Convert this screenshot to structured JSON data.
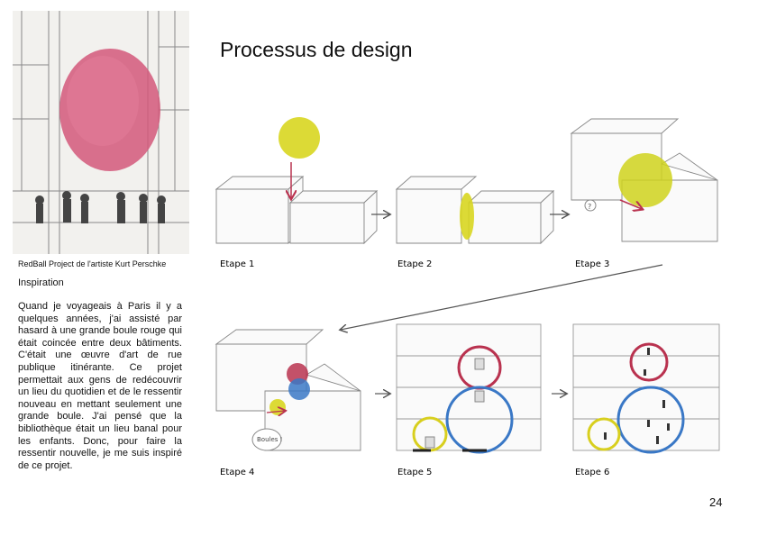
{
  "sidebar": {
    "caption": "RedBall Project de l'artiste Kurt Perschke",
    "inspiration_title": "Inspiration",
    "inspiration_text": "Quand je voyageais à Paris il y a quelques années, j'ai assisté par hasard à une grande boule rouge qui était coincée entre deux bâtiments. C'était une œuvre d'art de rue publique itinérante. Ce projet permettait aux gens de redécouvrir un lieu du quotidien et de le ressentir nouveau en mettant seulement une grande boule. J'ai pensé que la bibliothèque était un lieu banal pour les enfants. Donc, pour faire la ressentir nouvelle, je me suis inspiré de ce projet."
  },
  "main": {
    "title": "Processus de design",
    "steps": [
      "Etape 1",
      "Etape 2",
      "Etape 3",
      "Etape 4",
      "Etape 5",
      "Etape 6"
    ],
    "bubble_text": "Boules !"
  },
  "page_number": "24",
  "colors": {
    "red": "#b9324f",
    "blue": "#3a78c6",
    "yellow": "#d8cf1e",
    "arrow": "#555555",
    "pink_ball": "#d4587a"
  }
}
